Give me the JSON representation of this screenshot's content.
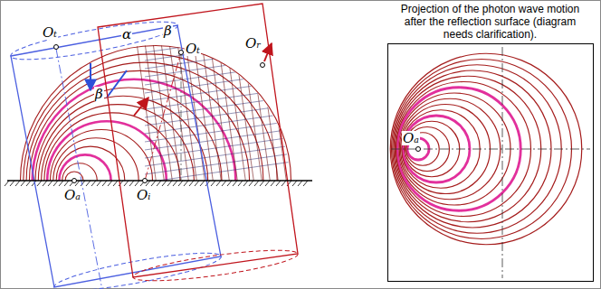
{
  "diagram": {
    "nodes": [
      {
        "text": [
          "Projection of the photon wave motion after the reflection surface (diagram needs clarification)."
        ]
      }
    ],
    "labels": [
      "Oₜ",
      "α",
      "β",
      "Oₜ",
      "Oᵣ",
      "β",
      "Oₐ",
      "Oᵢ",
      "Oₐ"
    ]
  }
}
